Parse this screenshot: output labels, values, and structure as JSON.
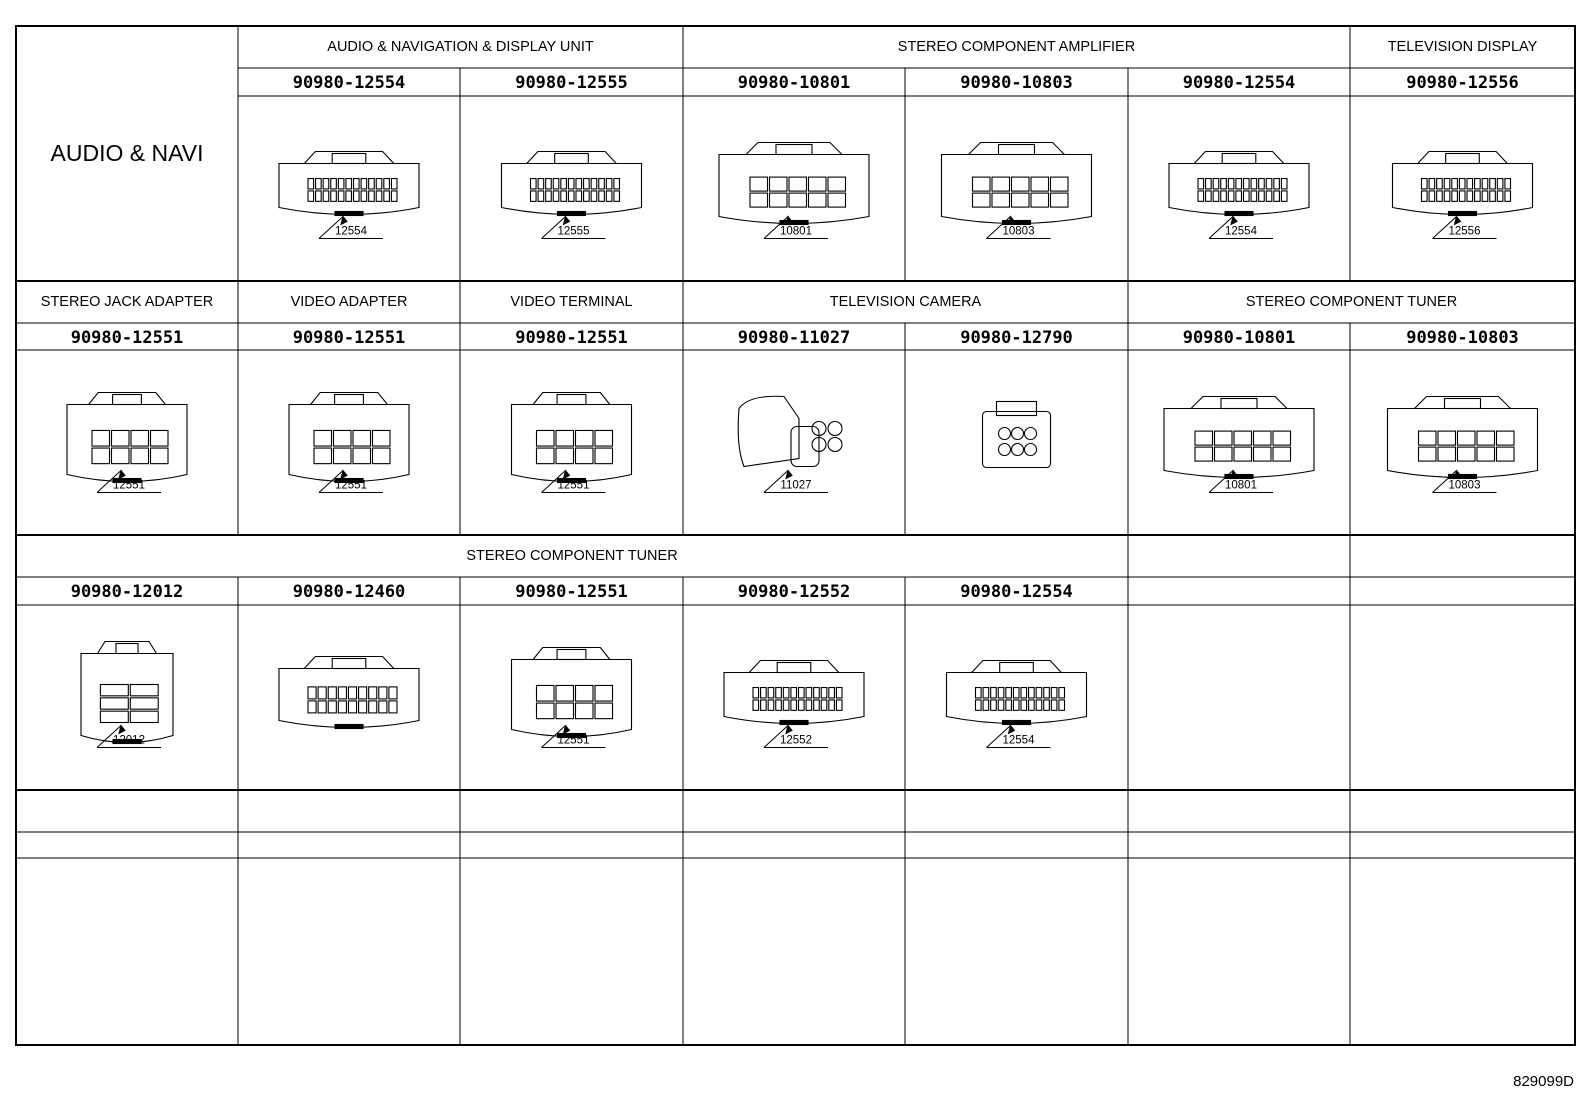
{
  "section_label": "AUDIO & NAVI",
  "footer_ref": "829099D",
  "rows": [
    {
      "groups": [
        {
          "title": "AUDIO & NAVIGATION & DISPLAY UNIT",
          "span": 2
        },
        {
          "title": "STEREO COMPONENT AMPLIFIER",
          "span": 3
        },
        {
          "title": "TELEVISION DISPLAY",
          "span": 1
        }
      ],
      "cells": [
        {
          "part": "90980-12554",
          "callout": "12554",
          "shape": "wide-connector-icon"
        },
        {
          "part": "90980-12555",
          "callout": "12555",
          "shape": "wide-connector-icon"
        },
        {
          "part": "90980-10801",
          "callout": "10801",
          "shape": "box-connector-icon"
        },
        {
          "part": "90980-10803",
          "callout": "10803",
          "shape": "box-connector-icon"
        },
        {
          "part": "90980-12554",
          "callout": "12554",
          "shape": "wide-connector-icon"
        },
        {
          "part": "90980-12556",
          "callout": "12556",
          "shape": "wide-connector-icon"
        }
      ]
    },
    {
      "groups": [
        {
          "title": "STEREO JACK ADAPTER",
          "span": 1
        },
        {
          "title": "VIDEO ADAPTER",
          "span": 1
        },
        {
          "title": "VIDEO TERMINAL",
          "span": 1
        },
        {
          "title": "TELEVISION CAMERA",
          "span": 2
        },
        {
          "title": "STEREO COMPONENT TUNER",
          "span": 2
        }
      ],
      "cells": [
        {
          "part": "90980-12551",
          "callout": "12551",
          "shape": "small-connector-icon"
        },
        {
          "part": "90980-12551",
          "callout": "12551",
          "shape": "small-connector-icon"
        },
        {
          "part": "90980-12551",
          "callout": "12551",
          "shape": "small-connector-icon"
        },
        {
          "part": "90980-11027",
          "callout": "11027",
          "shape": "round-connector-icon"
        },
        {
          "part": "90980-12790",
          "callout": "",
          "shape": "six-pin-connector-icon"
        },
        {
          "part": "90980-10801",
          "callout": "10801",
          "shape": "box-connector-icon"
        },
        {
          "part": "90980-10803",
          "callout": "10803",
          "shape": "box-connector-icon"
        }
      ]
    },
    {
      "groups": [
        {
          "title": "STEREO COMPONENT TUNER",
          "span": 5
        },
        {
          "title": "",
          "span": 1
        },
        {
          "title": "",
          "span": 1
        }
      ],
      "cells": [
        {
          "part": "90980-12012",
          "callout": "12012",
          "shape": "tall-connector-icon"
        },
        {
          "part": "90980-12460",
          "callout": "",
          "shape": "flat-connector-icon"
        },
        {
          "part": "90980-12551",
          "callout": "12551",
          "shape": "small-connector-icon"
        },
        {
          "part": "90980-12552",
          "callout": "12552",
          "shape": "wide-connector-icon"
        },
        {
          "part": "90980-12554",
          "callout": "12554",
          "shape": "wide-connector-icon"
        },
        {
          "part": "",
          "callout": "",
          "shape": ""
        },
        {
          "part": "",
          "callout": "",
          "shape": ""
        }
      ]
    }
  ]
}
